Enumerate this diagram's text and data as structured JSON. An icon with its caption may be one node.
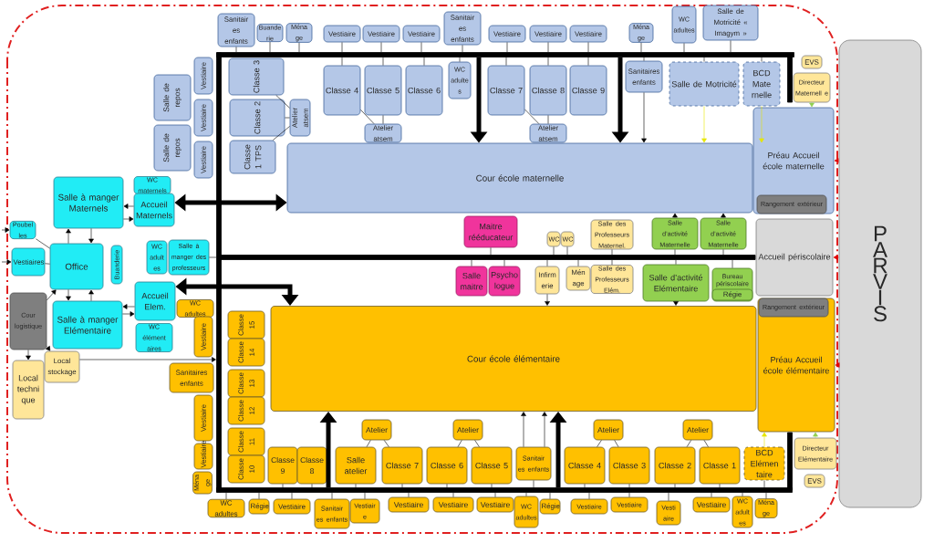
{
  "diagram": {
    "nodes": [
      {
        "text": [
          "Sanitair es enfants"
        ]
      },
      {
        "text": [
          "Buande rie"
        ]
      },
      {
        "text": [
          "Ména ge"
        ]
      },
      {
        "text": [
          "Vestiaire"
        ]
      },
      {
        "text": [
          "Vestiaire"
        ]
      },
      {
        "text": [
          "Vestiaire"
        ]
      },
      {
        "text": [
          "Sanitair es enfants"
        ]
      },
      {
        "text": [
          "Vestiaire"
        ]
      },
      {
        "text": [
          "Vestiaire"
        ]
      },
      {
        "text": [
          "Vestiaire"
        ]
      },
      {
        "text": [
          "Ména ge"
        ]
      },
      {
        "text": [
          "WC adultes"
        ]
      },
      {
        "text": [
          "Salle de Motricité « Imagym »"
        ]
      },
      {
        "text": [
          "Salle de repos"
        ]
      },
      {
        "text": [
          "Salle de repos"
        ]
      },
      {
        "text": [
          "Vestiaire"
        ]
      },
      {
        "text": [
          "Vestiaire"
        ]
      },
      {
        "text": [
          "Vestiaire"
        ]
      },
      {
        "text": [
          "Classe 3"
        ]
      },
      {
        "text": [
          "Classe 2"
        ]
      },
      {
        "text": [
          "Classe 1 TPS"
        ]
      },
      {
        "text": [
          "Atelier atsem"
        ]
      },
      {
        "text": [
          "Classe 4"
        ]
      },
      {
        "text": [
          "Classe 5"
        ]
      },
      {
        "text": [
          "Classe 6"
        ]
      },
      {
        "text": [
          "Atelier atsem"
        ]
      },
      {
        "text": [
          "WC adulte s"
        ]
      },
      {
        "text": [
          "Classe 7"
        ]
      },
      {
        "text": [
          "Classe 8"
        ]
      },
      {
        "text": [
          "Classe 9"
        ]
      },
      {
        "text": [
          "Atelier atsem"
        ]
      },
      {
        "text": [
          "Sanitaires enfants"
        ]
      },
      {
        "text": [
          "Salle de Motricité"
        ]
      },
      {
        "text": [
          "BCD Mate rnelle"
        ]
      },
      {
        "text": [
          "EVS"
        ]
      },
      {
        "text": [
          "Directeur Maternell e"
        ]
      },
      {
        "text": [
          "Cour école maternelle"
        ]
      },
      {
        "text": [
          "Préau Accueil école maternelle"
        ]
      },
      {
        "text": [
          "Rangement extérieur"
        ],
        "in": 37
      },
      {
        "text": [
          "Salle à manger Maternels"
        ]
      },
      {
        "text": [
          "WC maternels"
        ]
      },
      {
        "text": [
          "Accueil Maternels"
        ]
      },
      {
        "text": [
          "Poubel les"
        ]
      },
      {
        "text": [
          "Vestiaires"
        ]
      },
      {
        "text": [
          "Office"
        ]
      },
      {
        "text": [
          "Buanderie"
        ]
      },
      {
        "text": [
          "WC adult es"
        ]
      },
      {
        "text": [
          "Salle à manger des professeurs"
        ]
      },
      {
        "text": [
          "Accueil Elem."
        ]
      },
      {
        "text": [
          "Salle à manger Elémentaire"
        ]
      },
      {
        "text": [
          "WC élément aires"
        ]
      },
      {
        "text": [
          "Cour logistique"
        ]
      },
      {
        "text": [
          "Local stockage"
        ]
      },
      {
        "text": [
          "Local techni que"
        ]
      },
      {
        "text": [
          "Maitre rééducateur"
        ]
      },
      {
        "text": [
          "Salle maitre"
        ]
      },
      {
        "text": [
          "Psycho logue"
        ]
      },
      {
        "text": [
          "WC"
        ]
      },
      {
        "text": [
          "WC"
        ]
      },
      {
        "text": [
          "Infirm erie"
        ]
      },
      {
        "text": [
          "Mén age"
        ]
      },
      {
        "text": [
          "Salle des Professeurs Maternel."
        ]
      },
      {
        "text": [
          "Salle des Professeurs Elém."
        ]
      },
      {
        "text": [
          "Salle d’activité Maternelle"
        ]
      },
      {
        "text": [
          "Salle d’activité Maternelle"
        ]
      },
      {
        "text": [
          "Salle d’activité Elémentaire"
        ]
      },
      {
        "text": [
          "Bureau périscolaire"
        ]
      },
      {
        "text": [
          "Régie"
        ],
        "in": 66
      },
      {
        "text": [
          "Accueil périscolaire"
        ]
      },
      {
        "text": [
          "Cour école élémentaire"
        ]
      },
      {
        "text": [
          "Préau Accueil école élémentaire"
        ]
      },
      {
        "text": [
          "Rangement extérieur"
        ],
        "in": 70
      },
      {
        "text": [
          "WC adultes"
        ]
      },
      {
        "text": [
          "Vestiaire"
        ]
      },
      {
        "text": [
          "Sanitaires enfants"
        ]
      },
      {
        "text": [
          "Vestiaire"
        ]
      },
      {
        "text": [
          "Vestiaire"
        ]
      },
      {
        "text": [
          "Ména ge"
        ]
      },
      {
        "text": [
          "Classe 15"
        ]
      },
      {
        "text": [
          "Classe 14"
        ]
      },
      {
        "text": [
          "Classe 13"
        ]
      },
      {
        "text": [
          "Classe 12"
        ]
      },
      {
        "text": [
          "Classe 11"
        ]
      },
      {
        "text": [
          "Classe 10"
        ]
      },
      {
        "text": [
          "Atelier"
        ]
      },
      {
        "text": [
          "Atelier"
        ]
      },
      {
        "text": [
          "Atelier"
        ]
      },
      {
        "text": [
          "Atelier"
        ]
      },
      {
        "text": [
          "Classe 9"
        ]
      },
      {
        "text": [
          "Classe 8"
        ]
      },
      {
        "text": [
          "Salle atelier"
        ]
      },
      {
        "text": [
          "Classe 7"
        ]
      },
      {
        "text": [
          "Classe 6"
        ]
      },
      {
        "text": [
          "Classe 5"
        ]
      },
      {
        "text": [
          "Sanitair es enfants"
        ]
      },
      {
        "text": [
          "Classe 4"
        ]
      },
      {
        "text": [
          "Classe 3"
        ]
      },
      {
        "text": [
          "Classe 2"
        ]
      },
      {
        "text": [
          "Classe 1"
        ]
      },
      {
        "text": [
          "BCD Elémen taire"
        ]
      },
      {
        "text": [
          "Directeur Elémentaire"
        ]
      },
      {
        "text": [
          "EVS"
        ]
      },
      {
        "text": [
          "WC adultes"
        ]
      },
      {
        "text": [
          "Régie"
        ]
      },
      {
        "text": [
          "Vestiaire"
        ]
      },
      {
        "text": [
          "Sanitair es enfants"
        ]
      },
      {
        "text": [
          "Vestiair e"
        ]
      },
      {
        "text": [
          "Vestiaire"
        ]
      },
      {
        "text": [
          "Vestiaire"
        ]
      },
      {
        "text": [
          "Vestiaire"
        ]
      },
      {
        "text": [
          "WC adultes"
        ]
      },
      {
        "text": [
          "Régie"
        ]
      },
      {
        "text": [
          "Vestiaire"
        ]
      },
      {
        "text": [
          "Vestiaire"
        ]
      },
      {
        "text": [
          "Vesti aire"
        ]
      },
      {
        "text": [
          "Vestiaire"
        ]
      },
      {
        "text": [
          "WC adult es"
        ]
      },
      {
        "text": [
          "Ména ge"
        ]
      },
      {
        "text": [
          "P A R V I S"
        ]
      },
      {
        "text": [],
        "shape": "bar"
      },
      {
        "text": [],
        "shape": "bar"
      },
      {
        "text": [],
        "shape": "bar"
      },
      {
        "text": [],
        "shape": "bar"
      },
      {
        "text": [],
        "shape": "bar"
      },
      {
        "text": [],
        "shape": "bar"
      }
    ],
    "edges": [
      {
        "from": 41,
        "to": 36,
        "arrow": "both",
        "style": "thick"
      },
      {
        "from": 48,
        "to": 69,
        "arrow": "both",
        "style": "thick"
      },
      {
        "from": 119,
        "to": 36,
        "arrow": "to",
        "style": "thick"
      },
      {
        "from": 119,
        "to": 36,
        "arrow": "to",
        "style": "thick"
      },
      {
        "from": 122,
        "to": 69,
        "arrow": "to",
        "style": "thick"
      },
      {
        "from": 122,
        "to": 69,
        "arrow": "to",
        "style": "thick"
      },
      {
        "from": 39,
        "to": 41,
        "arrow": "to"
      },
      {
        "from": 41,
        "to": 39,
        "arrow": "to"
      },
      {
        "from": 44,
        "to": 39,
        "arrow": "to"
      },
      {
        "from": 39,
        "to": 44,
        "arrow": "to"
      },
      {
        "from": 44,
        "to": 49,
        "arrow": "to"
      },
      {
        "from": 49,
        "to": 44,
        "arrow": "to"
      },
      {
        "from": 49,
        "to": 48,
        "arrow": "to"
      },
      {
        "from": 48,
        "to": 49,
        "arrow": "to"
      },
      {
        "from": 20,
        "to": 21,
        "arrow": "none"
      },
      {
        "from": 19,
        "to": 21,
        "arrow": "none"
      },
      {
        "from": 18,
        "to": 21,
        "arrow": "none"
      },
      {
        "from": 22,
        "to": 25,
        "arrow": "none"
      },
      {
        "from": 23,
        "to": 25,
        "arrow": "none"
      },
      {
        "from": 27,
        "to": 30,
        "arrow": "none"
      },
      {
        "from": 28,
        "to": 30,
        "arrow": "none"
      },
      {
        "from": 31,
        "to": 36,
        "arrow": "to"
      },
      {
        "from": 32,
        "to": 36,
        "arrow": "to",
        "color": "#e6e600"
      },
      {
        "from": 33,
        "to": 36,
        "arrow": "to",
        "color": "#e6e600"
      },
      {
        "from": 35,
        "to": 37,
        "arrow": "to",
        "color": "#92d050"
      },
      {
        "from": 63,
        "to": 36,
        "arrow": "to"
      },
      {
        "from": 64,
        "to": 36,
        "arrow": "to"
      },
      {
        "from": 59,
        "to": 69,
        "arrow": "to"
      },
      {
        "from": 65,
        "to": 69,
        "arrow": "to"
      },
      {
        "from": 94,
        "to": 69,
        "arrow": "to"
      },
      {
        "from": 94,
        "to": 69,
        "arrow": "to"
      },
      {
        "from": 99,
        "to": 70,
        "arrow": "to",
        "color": "#e6e600"
      },
      {
        "from": 100,
        "to": 70,
        "arrow": "to",
        "color": "#92d050"
      },
      {
        "from": 118,
        "to": 37,
        "arrow": "to",
        "color": "#e00000"
      },
      {
        "from": 118,
        "to": 68,
        "arrow": "to",
        "color": "#e00000"
      },
      {
        "from": 118,
        "to": 70,
        "arrow": "to",
        "color": "#e00000"
      },
      {
        "from": 51,
        "to": 44,
        "arrow": "to"
      },
      {
        "from": 51,
        "to": 52,
        "arrow": "to"
      },
      {
        "from": 51,
        "to": 53,
        "arrow": "to"
      },
      {
        "from": null,
        "to": 42,
        "arrow": "to"
      },
      {
        "from": null,
        "to": 43,
        "arrow": "to"
      },
      {
        "from": 42,
        "to": 44,
        "arrow": "none"
      },
      {
        "from": 43,
        "to": 44,
        "arrow": "none"
      },
      {
        "from": 52,
        "to": 120,
        "arrow": "to"
      },
      {
        "from": 84,
        "to": 90,
        "arrow": "none"
      },
      {
        "from": 84,
        "to": 91,
        "arrow": "none"
      },
      {
        "from": 85,
        "to": 92,
        "arrow": "none"
      },
      {
        "from": 85,
        "to": 93,
        "arrow": "none"
      },
      {
        "from": 86,
        "to": 95,
        "arrow": "none"
      },
      {
        "from": 86,
        "to": 96,
        "arrow": "none"
      },
      {
        "from": 87,
        "to": 97,
        "arrow": "none"
      },
      {
        "from": 87,
        "to": 98,
        "arrow": "none"
      },
      {
        "from": 0,
        "to": 119,
        "arrow": "none"
      },
      {
        "from": 1,
        "to": 119,
        "arrow": "none"
      },
      {
        "from": 2,
        "to": 119,
        "arrow": "none"
      },
      {
        "from": 3,
        "to": 119,
        "arrow": "none"
      },
      {
        "from": 4,
        "to": 119,
        "arrow": "none"
      },
      {
        "from": 5,
        "to": 119,
        "arrow": "none"
      },
      {
        "from": 6,
        "to": 119,
        "arrow": "none"
      },
      {
        "from": 7,
        "to": 119,
        "arrow": "none"
      },
      {
        "from": 8,
        "to": 119,
        "arrow": "none"
      },
      {
        "from": 9,
        "to": 119,
        "arrow": "none"
      },
      {
        "from": 10,
        "to": 119,
        "arrow": "none"
      },
      {
        "from": 11,
        "to": 119,
        "arrow": "none"
      },
      {
        "from": 12,
        "to": 119,
        "arrow": "none"
      },
      {
        "from": 22,
        "to": 119,
        "arrow": "none"
      },
      {
        "from": 23,
        "to": 119,
        "arrow": "none"
      },
      {
        "from": 24,
        "to": 119,
        "arrow": "none"
      },
      {
        "from": 26,
        "to": 119,
        "arrow": "none"
      },
      {
        "from": 27,
        "to": 119,
        "arrow": "none"
      },
      {
        "from": 28,
        "to": 119,
        "arrow": "none"
      },
      {
        "from": 29,
        "to": 119,
        "arrow": "none"
      },
      {
        "from": 31,
        "to": 119,
        "arrow": "none"
      },
      {
        "from": 32,
        "to": 119,
        "arrow": "none"
      },
      {
        "from": 33,
        "to": 119,
        "arrow": "none"
      },
      {
        "from": 47,
        "to": 120,
        "arrow": "none"
      },
      {
        "from": 54,
        "to": 121,
        "arrow": "none"
      },
      {
        "from": 55,
        "to": 121,
        "arrow": "none"
      },
      {
        "from": 56,
        "to": 121,
        "arrow": "none"
      },
      {
        "from": 57,
        "to": 121,
        "arrow": "none"
      },
      {
        "from": 58,
        "to": 121,
        "arrow": "none"
      },
      {
        "from": 59,
        "to": 121,
        "arrow": "none"
      },
      {
        "from": 60,
        "to": 121,
        "arrow": "none"
      },
      {
        "from": 61,
        "to": 121,
        "arrow": "none"
      },
      {
        "from": 62,
        "to": 121,
        "arrow": "none"
      },
      {
        "from": 63,
        "to": 121,
        "arrow": "none"
      },
      {
        "from": 64,
        "to": 121,
        "arrow": "none"
      },
      {
        "from": 65,
        "to": 121,
        "arrow": "none"
      },
      {
        "from": 66,
        "to": 121,
        "arrow": "none"
      },
      {
        "from": 88,
        "to": 122,
        "arrow": "none"
      },
      {
        "from": 89,
        "to": 122,
        "arrow": "none"
      },
      {
        "from": 90,
        "to": 122,
        "arrow": "none"
      },
      {
        "from": 91,
        "to": 122,
        "arrow": "none"
      },
      {
        "from": 92,
        "to": 122,
        "arrow": "none"
      },
      {
        "from": 93,
        "to": 122,
        "arrow": "none"
      },
      {
        "from": 94,
        "to": 122,
        "arrow": "none"
      },
      {
        "from": 95,
        "to": 122,
        "arrow": "none"
      },
      {
        "from": 96,
        "to": 122,
        "arrow": "none"
      },
      {
        "from": 97,
        "to": 122,
        "arrow": "none"
      },
      {
        "from": 98,
        "to": 122,
        "arrow": "none"
      },
      {
        "from": 99,
        "to": 122,
        "arrow": "none"
      },
      {
        "from": 102,
        "to": 122,
        "arrow": "none"
      },
      {
        "from": 103,
        "to": 122,
        "arrow": "none"
      },
      {
        "from": 104,
        "to": 122,
        "arrow": "none"
      },
      {
        "from": 105,
        "to": 122,
        "arrow": "none"
      },
      {
        "from": 106,
        "to": 122,
        "arrow": "none"
      },
      {
        "from": 107,
        "to": 122,
        "arrow": "none"
      },
      {
        "from": 108,
        "to": 122,
        "arrow": "none"
      },
      {
        "from": 109,
        "to": 122,
        "arrow": "none"
      },
      {
        "from": 110,
        "to": 122,
        "arrow": "none"
      },
      {
        "from": 111,
        "to": 122,
        "arrow": "none"
      },
      {
        "from": 112,
        "to": 122,
        "arrow": "none"
      },
      {
        "from": 113,
        "to": 122,
        "arrow": "none"
      },
      {
        "from": 114,
        "to": 122,
        "arrow": "none"
      },
      {
        "from": 115,
        "to": 122,
        "arrow": "none"
      },
      {
        "from": 116,
        "to": 122,
        "arrow": "none"
      },
      {
        "from": 117,
        "to": 122,
        "arrow": "none"
      }
    ]
  }
}
